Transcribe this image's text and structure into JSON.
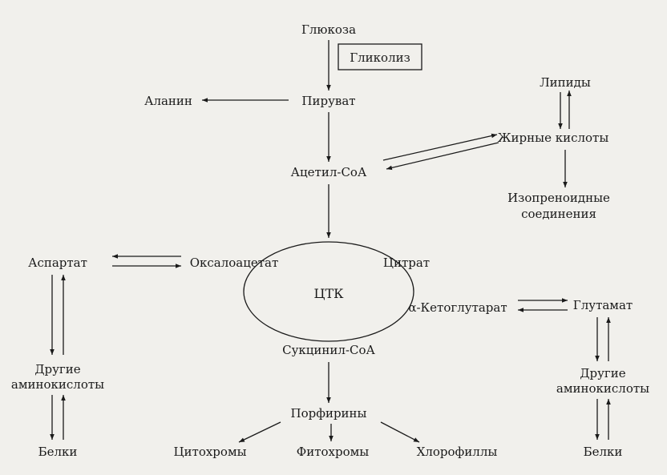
{
  "nodes": {
    "glucose": "Глюкоза",
    "glycolysis": "Гликолиз",
    "alanine": "Аланин",
    "pyruvate": "Пируват",
    "lipids": "Липиды",
    "fatty_acids": "Жирные кислоты",
    "acetyl_coa": "Ацетил-СоА",
    "isoprenoid_line1": "Изопреноидные",
    "isoprenoid_line2": "соединения",
    "aspartate": "Аспартат",
    "oxaloacetate": "Оксалоацетат",
    "citrate": "Цитрат",
    "tca": "ЦТК",
    "alpha_ketoglutarate": "α-Кетоглутарат",
    "glutamate": "Глутамат",
    "succinyl_coa": "Сукцинил-СоА",
    "other_aa_left_line1": "Другие",
    "other_aa_left_line2": "аминокислоты",
    "other_aa_right_line1": "Другие",
    "other_aa_right_line2": "аминокислоты",
    "porphyrins": "Порфирины",
    "proteins_left": "Белки",
    "proteins_right": "Белки",
    "cytochromes": "Цитохромы",
    "phytochromes": "Фитохромы",
    "chlorophylls": "Хлорофиллы"
  },
  "colors": {
    "background": "#f1f0ec",
    "ink": "#1a1a1a"
  }
}
